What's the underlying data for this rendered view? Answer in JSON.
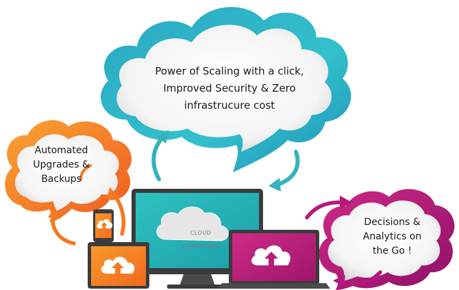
{
  "clouds": {
    "top": {
      "text": "Power of Scaling with a click,\nImproved Security & Zero\ninfrastrucure cost",
      "color": "#2fb5c9"
    },
    "left": {
      "text": "Automated\nUpgrades &\nBackups",
      "color": "#f5781f"
    },
    "right": {
      "text": "Decisions &\nAnalytics on\nthe Go !",
      "color": "#b5197b"
    }
  },
  "devices": {
    "monitor": {
      "screen_color": "#22b2b5",
      "cloud_label_line1": "CLOUD",
      "cloud_label_line2": "COMPUTING"
    },
    "laptop": {
      "screen_color": "#b71d78"
    },
    "tablet": {
      "screen_color": "#f47b20"
    },
    "phone": {
      "screen_color": "#f47b20"
    }
  },
  "arrows": {
    "teal": "#35b3bd",
    "orange": "#f5781f",
    "magenta": "#b5197b"
  }
}
